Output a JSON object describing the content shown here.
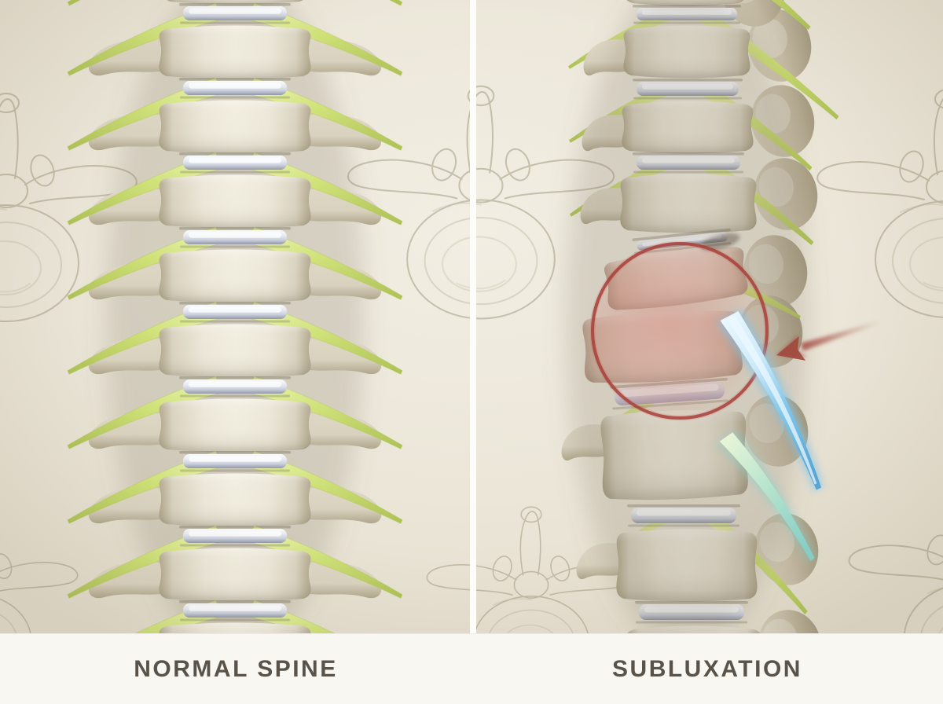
{
  "panels": [
    {
      "id": "normal",
      "label": "NORMAL SPINE"
    },
    {
      "id": "subluxation",
      "label": "SUBLUXATION"
    }
  ],
  "icons": {
    "highlight_circle": "red-circle-highlight-icon",
    "arrow": "red-arrow-icon"
  },
  "colors": {
    "background": "#ebe6d8",
    "background_light": "#f2eee3",
    "label_bar": "#f8f7f2",
    "label_text": "#59534a",
    "divider": "#fcfcf9",
    "bone_light": "#ece7d8",
    "bone": "#d9d2bf",
    "bone_dark": "#b0a68c",
    "disc_light": "#fafbfc",
    "disc": "#ccd1dd",
    "disc_dark": "#9298a8",
    "nerve_light": "#eff6b8",
    "nerve": "#cfe178",
    "nerve_dark": "#adc155",
    "bone_pink_light": "#eed9cc",
    "bone_pink": "#ddbfae",
    "bone_pink_dark": "#bb9c8a",
    "highlight_red": "#a84039",
    "highlight_wash": "#d57a6e",
    "arrow_red": "#a2493f",
    "pinched_blue_light": "#cdeafa",
    "pinched_blue": "#7fc6ec",
    "pinched_teal": "#86d4cd",
    "sketch_line": "#8d8468"
  }
}
